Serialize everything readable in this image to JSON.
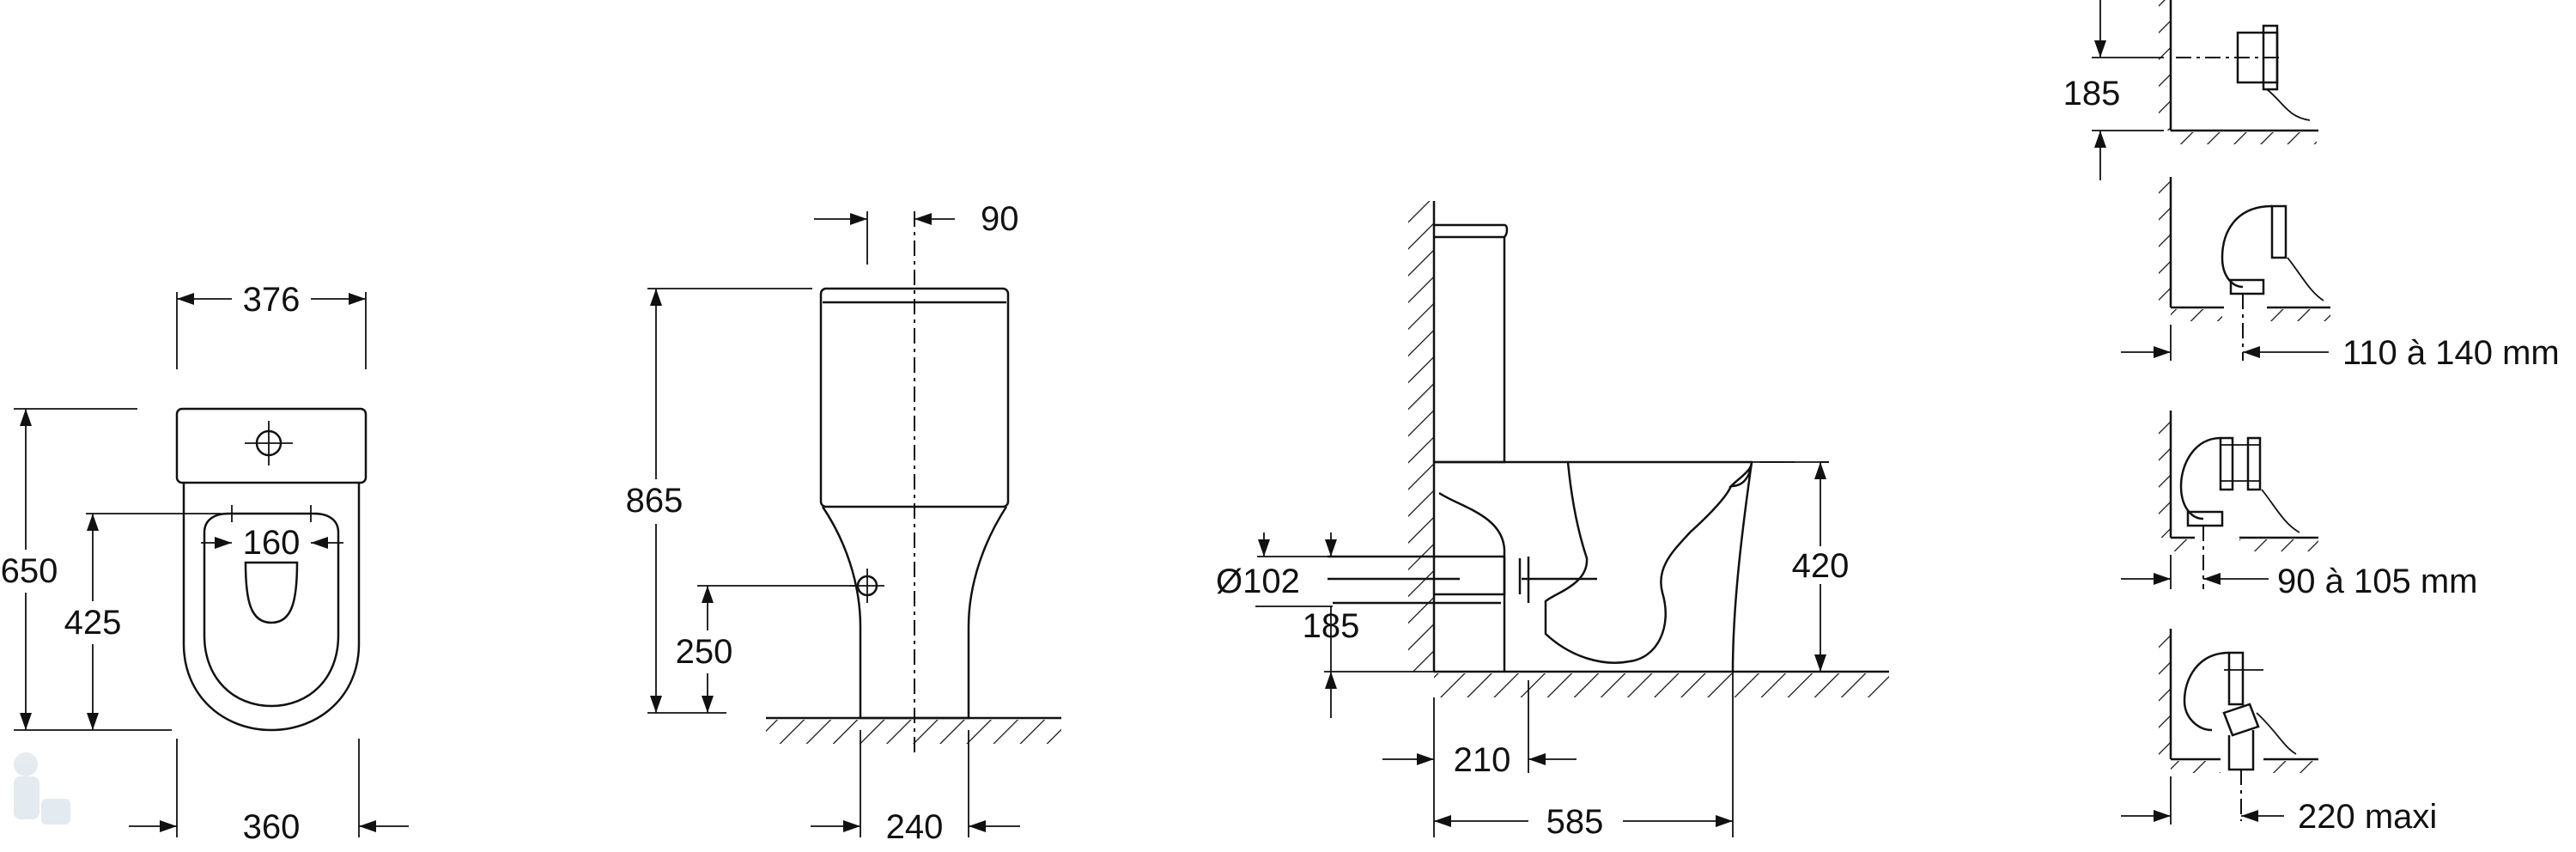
{
  "front_view": {
    "width_top": "376",
    "height_total": "650",
    "height_inlet": "425",
    "hole_spacing": "160",
    "width_base": "360"
  },
  "side_view": {
    "offset": "90",
    "height_total": "865",
    "height_inlet": "250",
    "width_base": "240"
  },
  "section_view": {
    "outlet_diameter": "Ø102",
    "outlet_height": "185",
    "seat_height": "420",
    "outlet_distance": "210",
    "depth": "585"
  },
  "outlet_options": {
    "horizontal_height": "185",
    "range_1": "110 à 140 mm",
    "range_2": "90 à 105 mm",
    "range_3": "220 maxi"
  },
  "colors": {
    "line": "#111111",
    "background": "#ffffff"
  }
}
